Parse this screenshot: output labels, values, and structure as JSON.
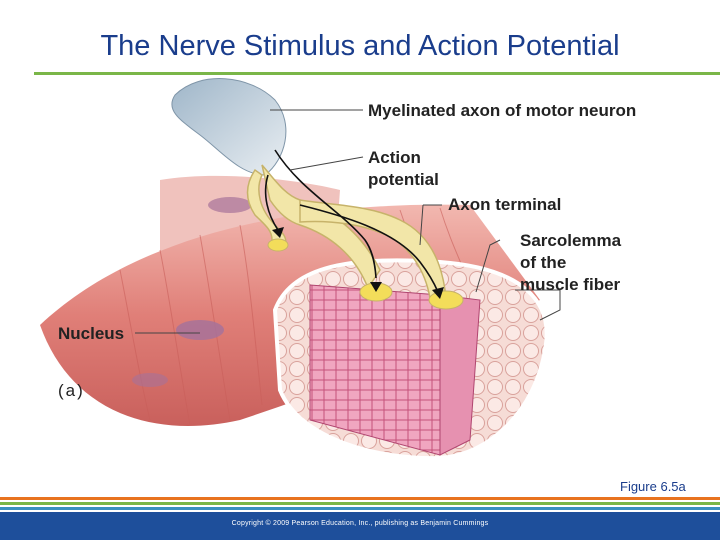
{
  "title": "The Nerve Stimulus and Action Potential",
  "labels": {
    "myelinated_axon": "Myelinated axon of motor neuron",
    "action_potential_1": "Action",
    "action_potential_2": "potential",
    "axon_terminal": "Axon terminal",
    "sarcolemma_1": "Sarcolemma",
    "sarcolemma_2": "of the",
    "sarcolemma_3": "muscle fiber",
    "nucleus": "Nucleus",
    "panel": "(a)"
  },
  "figure_label": "Figure 6.5a",
  "copyright": "Copyright © 2009 Pearson Education, Inc., publishing as Benjamin Cummings",
  "colors": {
    "title": "#1a3d8c",
    "rule_green": "#7ab648",
    "footer_blue": "#1e4f9b",
    "footer_orange": "#e8731f",
    "footer_green": "#7ab648",
    "footer_teal": "#3a8fc1"
  }
}
